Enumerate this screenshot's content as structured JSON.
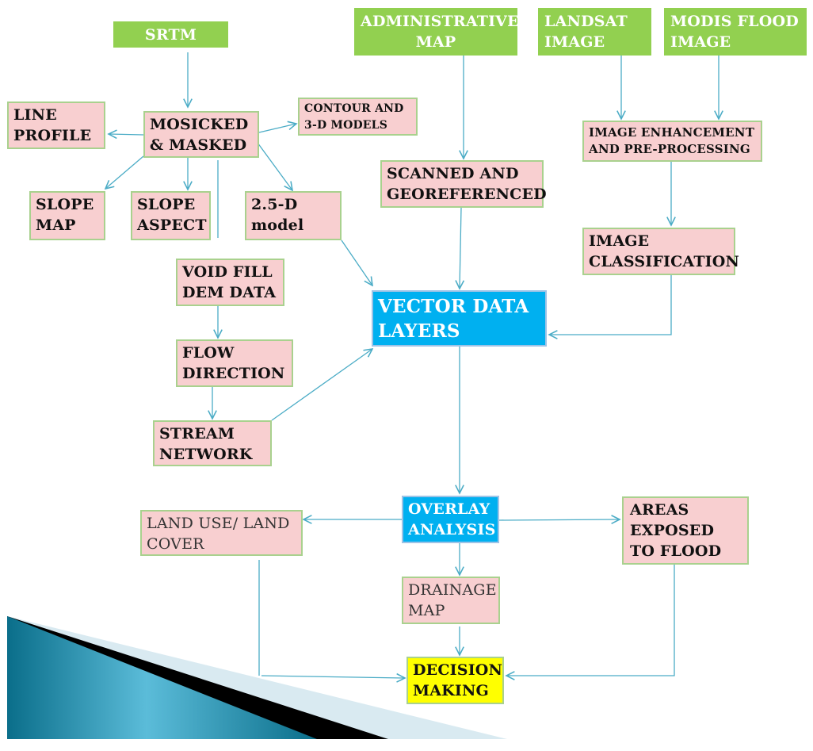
{
  "colors": {
    "source": "#92d050",
    "process": "#f8cfd0",
    "key": "#00b0f0",
    "decision": "#ffff00",
    "arrow": "#4bacc6"
  },
  "nodes": {
    "srtm": "SRTM",
    "admin": "ADMINISTRATIVE MAP",
    "landsat": "LANDSAT IMAGE",
    "modis": "MODIS FLOOD IMAGE",
    "line_profile": "LINE PROFILE",
    "mosicked": "MOSICKED & MASKED",
    "contour": "CONTOUR AND 3-D MODELS",
    "slope_map": "SLOPE MAP",
    "slope_aspect": "SLOPE ASPECT",
    "model25": "2.5-D model",
    "enhancement": "IMAGE ENHANCEMENT AND PRE-PROCESSING",
    "scanned": "SCANNED AND GEOREFERENCED",
    "classification": "IMAGE CLASSIFICATION",
    "void_fill": "VOID FILL DEM DATA",
    "vector": "VECTOR DATA LAYERS",
    "flow": "FLOW DIRECTION",
    "stream": "STREAM NETWORK",
    "overlay": "OVERLAY ANALYSIS",
    "land_use": "LAND USE/ LAND COVER",
    "areas": "AREAS EXPOSED TO FLOOD",
    "drainage": "DRAINAGE MAP",
    "decision": "DECISION MAKING"
  }
}
